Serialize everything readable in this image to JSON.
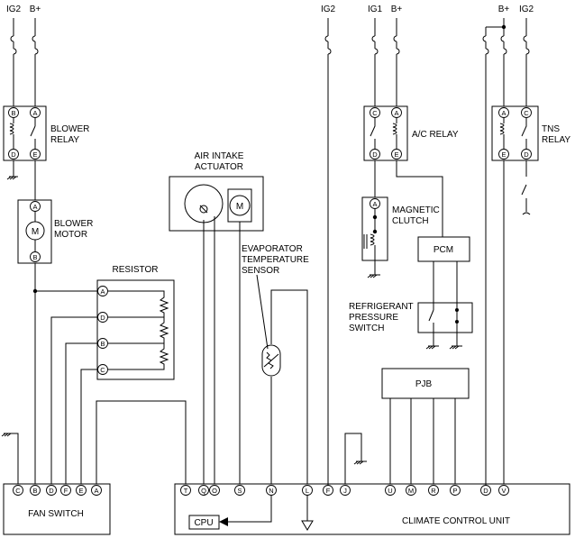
{
  "power": {
    "ig2_left": "IG2",
    "bplus_left": "B+",
    "ig2_mid": "IG2",
    "ig1": "IG1",
    "bplus_mid": "B+",
    "bplus_right": "B+",
    "ig2_right": "IG2"
  },
  "components": {
    "blower_relay": [
      "BLOWER",
      "RELAY"
    ],
    "blower_motor": [
      "BLOWER",
      "MOTOR"
    ],
    "resistor": "RESISTOR",
    "air_intake_actuator": [
      "AIR INTAKE",
      "ACTUATOR"
    ],
    "evaporator_sensor": [
      "EVAPORATOR",
      "TEMPERATURE",
      "SENSOR"
    ],
    "ac_relay": "A/C RELAY",
    "magnetic_clutch": [
      "MAGNETIC",
      "CLUTCH"
    ],
    "pcm": "PCM",
    "refrigerant_switch": [
      "REFRIGERANT",
      "PRESSURE",
      "SWITCH"
    ],
    "tns_relay": [
      "TNS",
      "RELAY"
    ],
    "pjb": "PJB",
    "fan_switch": "FAN SWITCH",
    "climate_control_unit": "CLIMATE CONTROL UNIT",
    "cpu": "CPU"
  },
  "motor_symbol": "M",
  "pins": {
    "blower_relay": [
      "B",
      "A",
      "D",
      "E"
    ],
    "blower_motor": [
      "A",
      "B"
    ],
    "resistor": [
      "A",
      "D",
      "B",
      "C"
    ],
    "ac_relay": [
      "C",
      "A",
      "D",
      "E"
    ],
    "magnetic_clutch": [
      "A"
    ],
    "tns_relay": [
      "A",
      "C",
      "E",
      "D"
    ],
    "fan_switch": [
      "C",
      "B",
      "D",
      "F",
      "E",
      "A"
    ],
    "climate_control_unit": [
      "T",
      "Q",
      "O",
      "S",
      "N",
      "L",
      "F",
      "J",
      "U",
      "M",
      "R",
      "P",
      "D",
      "V"
    ]
  }
}
